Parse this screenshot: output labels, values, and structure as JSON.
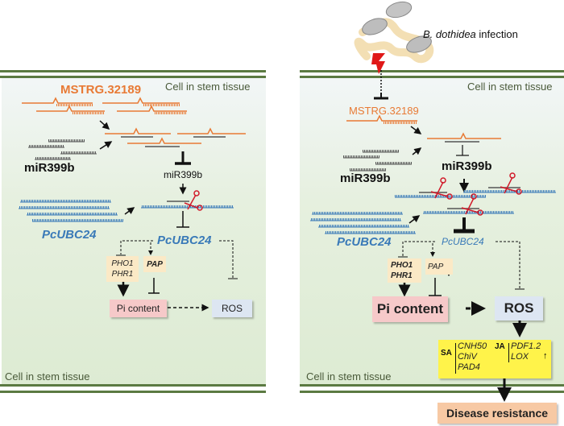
{
  "infection": {
    "organism": "B. dothidea",
    "label": " infection"
  },
  "left_panel": {
    "cell_label_top": "Cell in stem tissue",
    "cell_label_bottom": "Cell in stem tissue",
    "lncrna": "MSTRG.32189",
    "mirna_pool": "miR399b",
    "mirna_free": "miR399b",
    "target_pool": "PcUBC24",
    "target_free": "PcUBC24",
    "genes_phosphate": [
      "PHO1",
      "PHR1"
    ],
    "gene_pap": "PAP",
    "pi_content": "Pi content",
    "ros": "ROS"
  },
  "right_panel": {
    "cell_label_top": "Cell in stem tissue",
    "cell_label_bottom": "Cell in stem tissue",
    "lncrna": "MSTRG.32189",
    "mirna_pool": "miR399b",
    "mirna_free": "miR399b",
    "target_pool": "PcUBC24",
    "target_free": "PcUBC24",
    "genes_phosphate": [
      "PHO1",
      "PHR1"
    ],
    "gene_pap": "PAP",
    "pi_content": "Pi content",
    "ros": "ROS",
    "hormone_box": {
      "sa_label": "SA",
      "sa_genes": [
        "CNH50",
        "ChiV",
        "PAD4"
      ],
      "ja_label": "JA",
      "ja_genes": [
        "PDF1.2",
        "LOX"
      ]
    },
    "outcome": "Disease resistance"
  },
  "colors": {
    "lncrna": "#e87a35",
    "target": "#3a7ab8",
    "membrane": "#5b7a42",
    "pi_box": "#f6c9c9",
    "ros_box": "#dde6f2",
    "gene_box": "#fbe9c6",
    "hormone_box": "#fff34a",
    "outcome_box": "#f7c9a4"
  }
}
